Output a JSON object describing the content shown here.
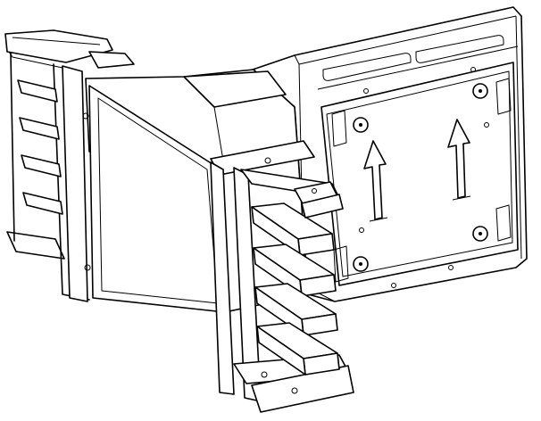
{
  "diagram": {
    "subject": "busbar-trunking-elbow-unit",
    "colors": {
      "line": "#000000",
      "background": "#ffffff"
    },
    "icons": [
      "arrow-up-icon",
      "arrow-up-icon"
    ],
    "busbar_count_front": 4,
    "busbar_count_back": 4
  }
}
